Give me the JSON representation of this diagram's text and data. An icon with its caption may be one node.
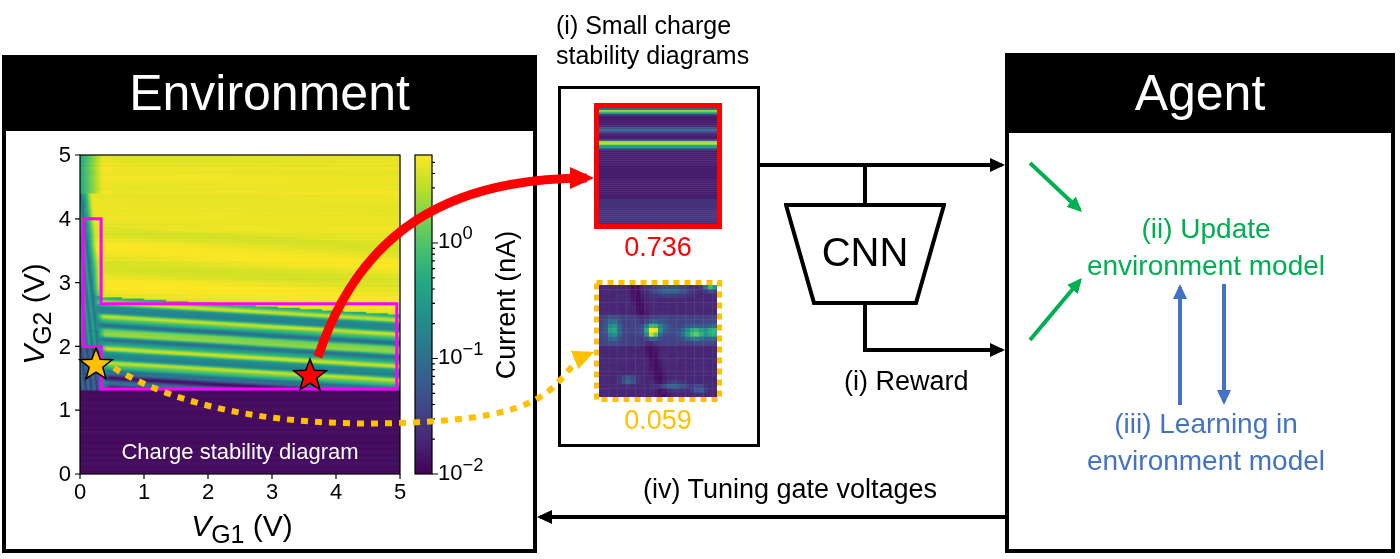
{
  "diagram": {
    "nodes": [
      {
        "text": [
          "Environment"
        ]
      },
      {
        "text": [],
        "shape": "star",
        "in": 0
      },
      {
        "text": [],
        "shape": "star",
        "in": 0
      },
      {
        "text": [
          "(i) Small charge stability diagrams"
        ]
      },
      {
        "text": [],
        "shape": "picture",
        "in": 3,
        "beside": [
          "0.736"
        ]
      },
      {
        "text": [],
        "shape": "picture",
        "in": 3,
        "beside": [
          "0.059"
        ]
      },
      {
        "text": [
          "CNN"
        ]
      },
      {
        "text": [
          "Agent"
        ]
      },
      {
        "text": [
          "(ii) Update environment model"
        ],
        "in": 7
      },
      {
        "text": [
          "(iii) Learning in environment model"
        ],
        "in": 7
      }
    ],
    "edges": [
      {
        "from": 2,
        "to": 4,
        "arrow": "to",
        "style": "thick",
        "color": "#ff0000"
      },
      {
        "from": 1,
        "to": 5,
        "arrow": "to",
        "style": "dashed",
        "color": "#ffc000"
      },
      {
        "from": 3,
        "to": 7,
        "arrow": "to"
      },
      {
        "from": 3,
        "to": 6,
        "arrow": "none"
      },
      {
        "from": 6,
        "to": 7,
        "arrow": "to",
        "label": "(i) Reward"
      },
      {
        "from": 7,
        "to": 0,
        "arrow": "to",
        "label": "(iv) Tuning gate voltages"
      },
      {
        "from": null,
        "to": 8,
        "arrow": "to",
        "color": "#00b050"
      },
      {
        "from": null,
        "to": 8,
        "arrow": "to",
        "color": "#00b050"
      },
      {
        "from": 9,
        "to": 8,
        "arrow": "to",
        "color": "#4472c4"
      },
      {
        "from": 8,
        "to": 9,
        "arrow": "to",
        "color": "#4472c4"
      }
    ],
    "labels": [
      "5",
      "4",
      "3",
      "2",
      "1",
      "0",
      "*V*$_{G2}$ (V)",
      "10$^{0}$",
      "10$^{−1}$",
      "10$^{−2}$",
      "Current (nA)",
      "Charge stability diagram",
      "0",
      "1",
      "2",
      "3",
      "4",
      "5",
      "*V*$_{G1}$ (V)"
    ]
  }
}
